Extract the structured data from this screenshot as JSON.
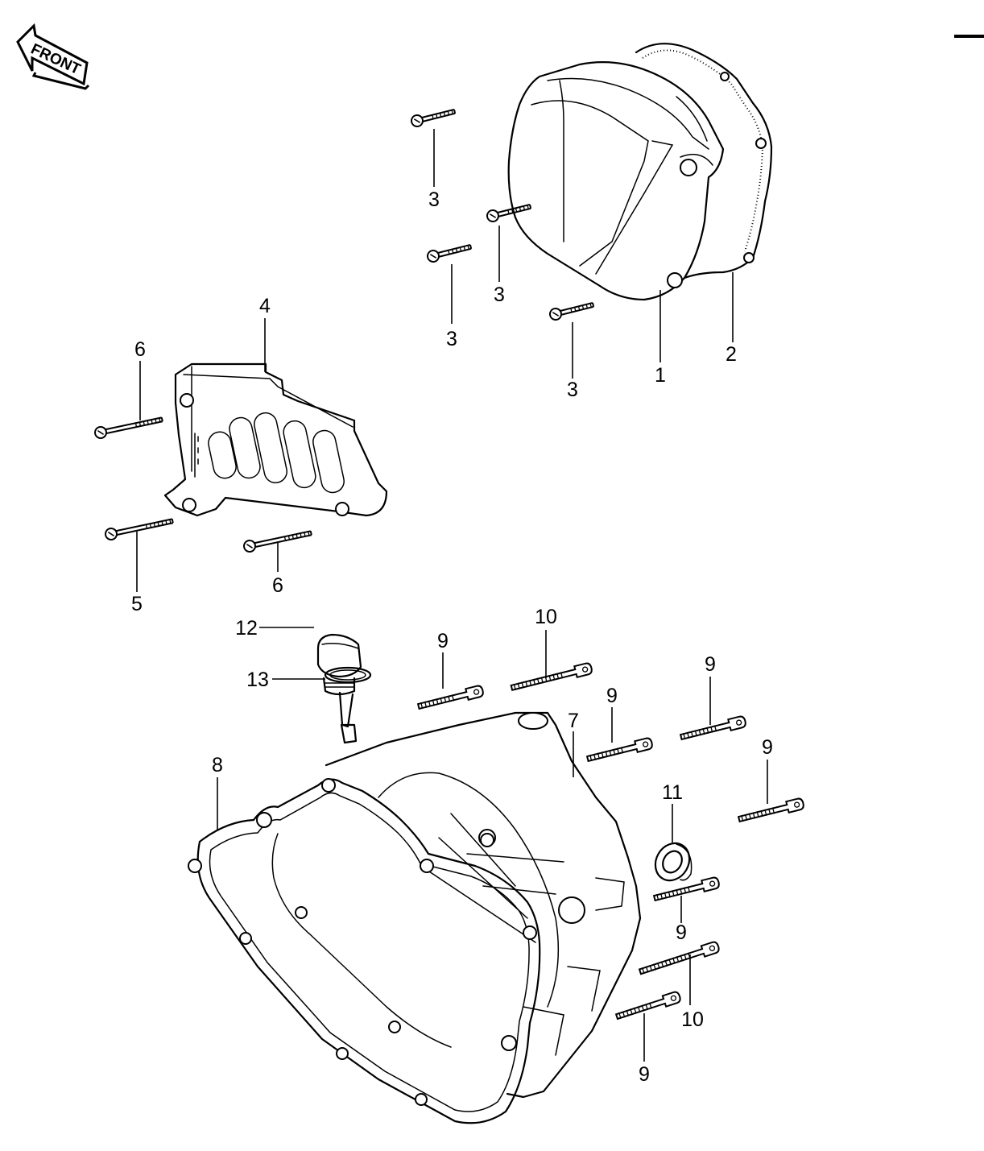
{
  "front_badge": "FRONT",
  "labels": {
    "l1": "1",
    "l2": "2",
    "l3a": "3",
    "l3b": "3",
    "l3c": "3",
    "l3d": "3",
    "l4": "4",
    "l5": "5",
    "l6a": "6",
    "l6b": "6",
    "l7": "7",
    "l8": "8",
    "l9a": "9",
    "l9b": "9",
    "l9c": "9",
    "l9d": "9",
    "l9e": "9",
    "l9f": "9",
    "l10a": "10",
    "l10b": "10",
    "l11": "11",
    "l12": "12",
    "l13": "13"
  }
}
